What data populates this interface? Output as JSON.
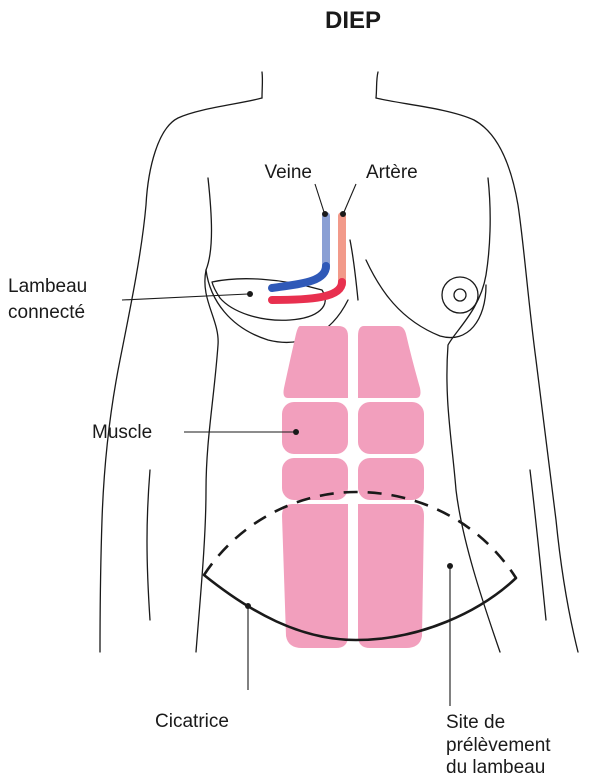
{
  "title": "DIEP",
  "labels": {
    "veine": "Veine",
    "artere": "Artère",
    "lambeau_line1": "Lambeau",
    "lambeau_line2": "connecté",
    "muscle": "Muscle",
    "cicatrice": "Cicatrice",
    "site_line1": "Site de",
    "site_line2": "prélèvement",
    "site_line3": "du lambeau"
  },
  "colors": {
    "vein": "#2f59b8",
    "vein_light": "#8a9fd4",
    "artery": "#e8304f",
    "artery_light": "#f29a8a",
    "muscle": "#f29fbd",
    "outline": "#1a1a1a"
  }
}
